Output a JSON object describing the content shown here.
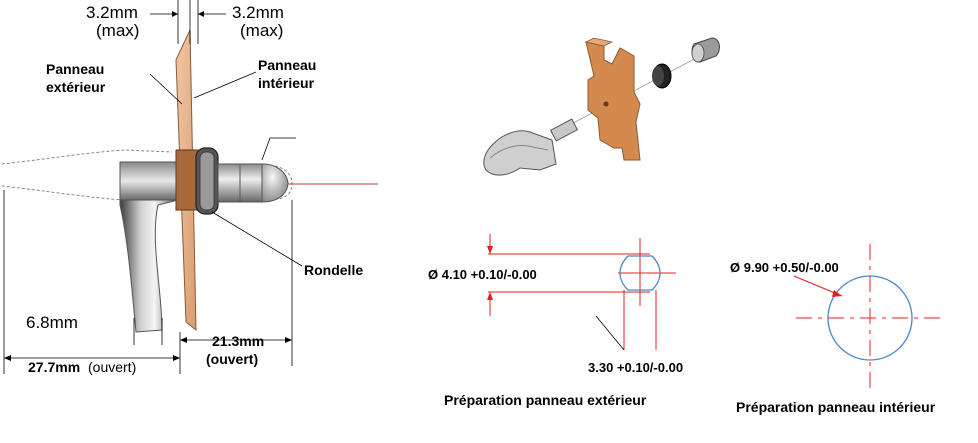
{
  "left": {
    "dim_top_left": "3.2mm",
    "dim_top_left_sub": "(max)",
    "dim_top_right": "3.2mm",
    "dim_top_right_sub": "(max)",
    "label_outer_panel_1": "Panneau",
    "label_outer_panel_2": "extérieur",
    "label_inner_panel_1": "Panneau",
    "label_inner_panel_2": "intérieur",
    "label_washer": "Rondelle",
    "dim_height": "6.8mm",
    "dim_open_left_value": "27.7mm",
    "dim_open_left_note": "(ouvert)",
    "dim_open_right_value": "21.3mm",
    "dim_open_right_note": "(ouvert)"
  },
  "outer_prep": {
    "diameter": "Ø 4.10 +0.10/-0.00",
    "width": "3.30 +0.10/-0.00",
    "caption": "Préparation panneau extérieur"
  },
  "inner_prep": {
    "diameter": "Ø 9.90 +0.50/-0.00",
    "caption": "Préparation panneau intérieur"
  },
  "colors": {
    "panel": "#e9b48e",
    "panel_dark": "#c98a5c",
    "metal": "#777777",
    "red": "#e02020",
    "blue": "#4a86c8"
  }
}
